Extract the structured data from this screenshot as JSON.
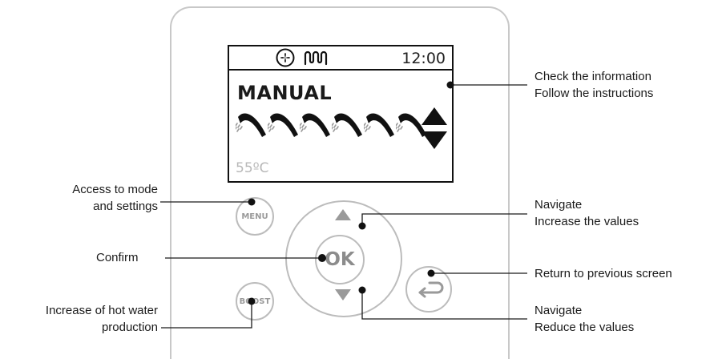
{
  "screen": {
    "time": "12:00",
    "mode": "MANUAL",
    "temperature": "55ºC",
    "shower_count": 6
  },
  "buttons": {
    "menu": "MENU",
    "ok": "OK",
    "boost": "BOOST"
  },
  "annotations": {
    "info_line1": "Check the information",
    "info_line2": "Follow the instructions",
    "menu_line1": "Access to mode",
    "menu_line2": "and settings",
    "navigate_up_line1": "Navigate",
    "navigate_up_line2": "Increase the values",
    "confirm": "Confirm",
    "return": "Return to previous screen",
    "boost_line1": "Increase of hot water",
    "boost_line2": "production",
    "navigate_down_line1": "Navigate",
    "navigate_down_line2": "Reduce the values"
  },
  "icons": [
    "fan-icon",
    "heater-coil-icon",
    "shower-head-icon",
    "up-arrow-icon",
    "down-arrow-icon",
    "back-arrow-icon"
  ]
}
